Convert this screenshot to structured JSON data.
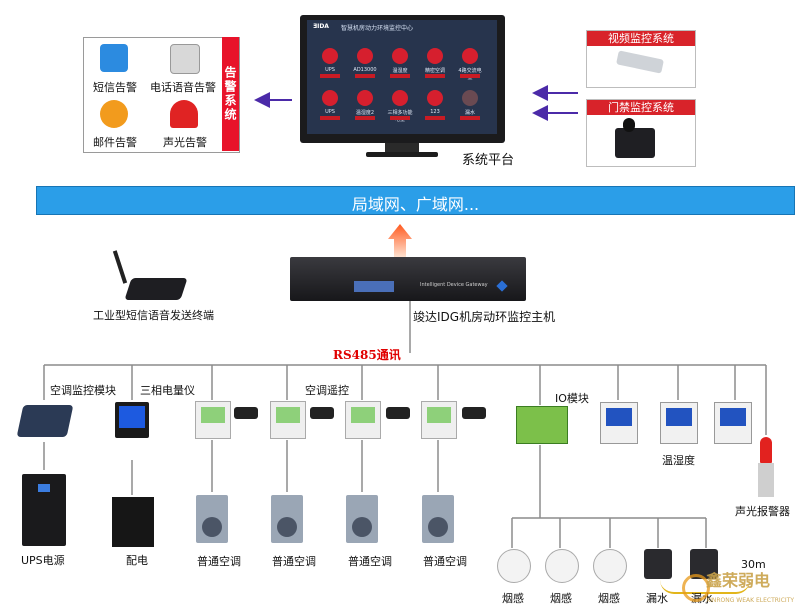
{
  "alarm_system": {
    "title": "告警系统",
    "items": [
      "短信告警",
      "电话语音告警",
      "邮件告警",
      "声光告警"
    ]
  },
  "monitor": {
    "brand": "ƎIDA",
    "title": "智慧机房动力环境监控中心",
    "tiles": [
      "UPS",
      "AD13000",
      "温湿度",
      "精密空调",
      "4路交流电量",
      "UPS",
      "温湿度2",
      "三相多功能电量",
      "123",
      "漏水"
    ]
  },
  "platform_label": "系统平台",
  "network_label": "局域网、广域网...",
  "video_system": "视频监控系统",
  "access_system": "门禁监控系统",
  "sms_terminal_label": "工业型短信语音发送终端",
  "gateway": {
    "label": "竣达IDG机房动环监控主机",
    "panel_text": "Intelligent Device Gateway"
  },
  "bus_label": "RS485通讯",
  "device_labels": {
    "ac_module": "空调监控模块",
    "power_meter": "三相电量仪",
    "ac_remote": "空调遥控",
    "io_module": "IO模块",
    "temp_humidity": "温湿度",
    "sound_light_alarm": "声光报警器",
    "ups": "UPS电源",
    "power_dist": "配电",
    "ac_units": [
      "普通空调",
      "普通空调",
      "普通空调",
      "普通空调"
    ],
    "smoke": [
      "烟感",
      "烟感",
      "烟感"
    ],
    "leak": [
      "漏水",
      "漏水"
    ],
    "distance": "30m"
  },
  "watermark": {
    "name": "鑫荣弱电",
    "sub": "XINRONG WEAK ELECTRICITY"
  },
  "colors": {
    "accent_red": "#e8132a",
    "network_blue": "#2b9ee8",
    "arrow_purple": "#4b2aa8",
    "bus_line": "#8c8c8c"
  }
}
